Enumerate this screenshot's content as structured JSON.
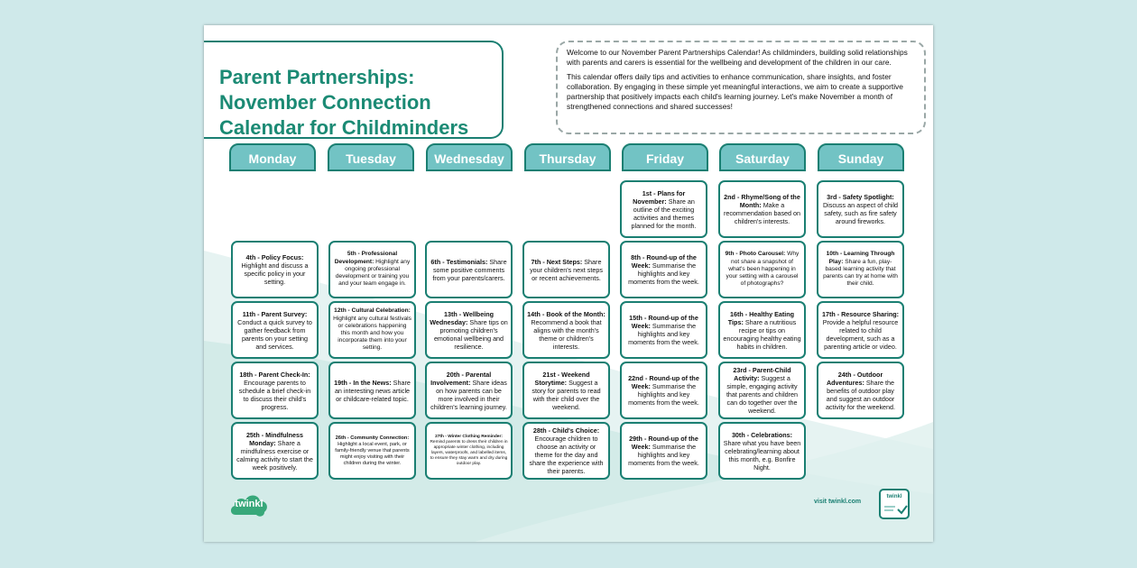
{
  "header": {
    "title_lines": [
      "Parent Partnerships:",
      "November Connection",
      "Calendar for Childminders"
    ]
  },
  "intro": {
    "p1": "Welcome to our November Parent Partnerships Calendar! As childminders, building solid relationships with parents and carers is essential for the wellbeing and development of the children in our care.",
    "p2": "This calendar offers daily tips and activities to enhance communication, share insights, and foster collaboration. By engaging in these simple yet meaningful interactions, we aim to create a supportive partnership that positively impacts each child's learning journey. Let's make November a month of strengthened connections and shared successes!"
  },
  "days": [
    "Monday",
    "Tuesday",
    "Wednesday",
    "Thursday",
    "Friday",
    "Saturday",
    "Sunday"
  ],
  "entries": {
    "d1": {
      "title": "1st - Plans for November:",
      "text": "Share an outline of the exciting activities and themes planned for the month."
    },
    "d2": {
      "title": "2nd - Rhyme/Song of the Month:",
      "text": "Make a recommendation based on children's interests."
    },
    "d3": {
      "title": "3rd - Safety Spotlight:",
      "text": "Discuss an aspect of child safety, such as fire safety around fireworks."
    },
    "d4": {
      "title": "4th - Policy Focus:",
      "text": "Highlight and discuss a specific policy in your setting."
    },
    "d5": {
      "title": "5th - Professional Development:",
      "text": "Highlight any ongoing professional development or training you and your team engage in."
    },
    "d6": {
      "title": "6th - Testimonials:",
      "text": "Share some positive comments from your parents/carers."
    },
    "d7": {
      "title": "7th - Next Steps:",
      "text": "Share your children's next steps or recent achievements."
    },
    "d8": {
      "title": "8th - Round-up of the Week:",
      "text": "Summarise the highlights and key moments from the week."
    },
    "d9": {
      "title": "9th - Photo Carousel:",
      "text": "Why not share a snapshot of what's been happening in your setting with a carousel of photographs?"
    },
    "d10": {
      "title": "10th - Learning Through Play:",
      "text": "Share a fun, play-based learning activity that parents can try at home with their child."
    },
    "d11": {
      "title": "11th - Parent Survey:",
      "text": "Conduct a quick survey to gather feedback from parents on your setting and services."
    },
    "d12": {
      "title": "12th - Cultural Celebration:",
      "text": "Highlight any cultural festivals or celebrations happening this month and how you incorporate them into your setting."
    },
    "d13": {
      "title": "13th - Wellbeing Wednesday:",
      "text": "Share tips on promoting children's emotional wellbeing and resilience."
    },
    "d14": {
      "title": "14th - Book of the Month:",
      "text": "Recommend a book that aligns with the month's theme or children's interests."
    },
    "d15": {
      "title": "15th - Round-up of the Week:",
      "text": "Summarise the highlights and key moments from the week."
    },
    "d16": {
      "title": "16th - Healthy Eating Tips:",
      "text": "Share a nutritious recipe or tips on encouraging healthy eating habits in children."
    },
    "d17": {
      "title": "17th - Resource Sharing:",
      "text": "Provide a helpful resource related to child development, such as a parenting article or video."
    },
    "d18": {
      "title": "18th - Parent Check-In:",
      "text": "Encourage parents to schedule a brief check-in to discuss their child's progress."
    },
    "d19": {
      "title": "19th - In the News:",
      "text": "Share an interesting news article or childcare-related topic."
    },
    "d20": {
      "title": "20th - Parental Involvement:",
      "text": "Share ideas on how parents can be more involved in their children's learning journey."
    },
    "d21": {
      "title": "21st - Weekend Storytime:",
      "text": "Suggest a story for parents to read with their child over the weekend."
    },
    "d22": {
      "title": "22nd - Round-up of the Week:",
      "text": "Summarise the highlights and key moments from the week."
    },
    "d23": {
      "title": "23rd - Parent-Child Activity:",
      "text": "Suggest a simple, engaging activity that parents and children can do together over the weekend."
    },
    "d24": {
      "title": "24th - Outdoor Adventures:",
      "text": "Share the benefits of outdoor play and suggest an outdoor activity for the weekend."
    },
    "d25": {
      "title": "25th - Mindfulness Monday:",
      "text": "Share a mindfulness exercise or calming activity to start the week positively."
    },
    "d26": {
      "title": "26th - Community Connection:",
      "text": "Highlight a local event, park, or family-friendly venue that parents might enjoy visiting with their children during the winter."
    },
    "d27": {
      "title": "27th - Winter Clothing Reminder:",
      "text": "Remind parents to dress their children in appropriate winter clothing, including layers, waterproofs, and labelled items, to ensure they stay warm and dry during outdoor play."
    },
    "d28": {
      "title": "28th - Child's Choice:",
      "text": "Encourage children to choose an activity or theme for the day and share the experience with their parents."
    },
    "d29": {
      "title": "29th - Round-up of the Week:",
      "text": "Summarise the highlights and key moments from the week."
    },
    "d30": {
      "title": "30th - Celebrations:",
      "text": "Share what you have been celebrating/learning about this month, e.g. Bonfire Night."
    }
  },
  "footer": {
    "logo": "twinkl",
    "visit": "visit twinkl.com",
    "badge": "twinkl"
  },
  "colors": {
    "accent": "#1a7f72",
    "day_header": "#72c3c4",
    "title": "#1b8a74"
  }
}
